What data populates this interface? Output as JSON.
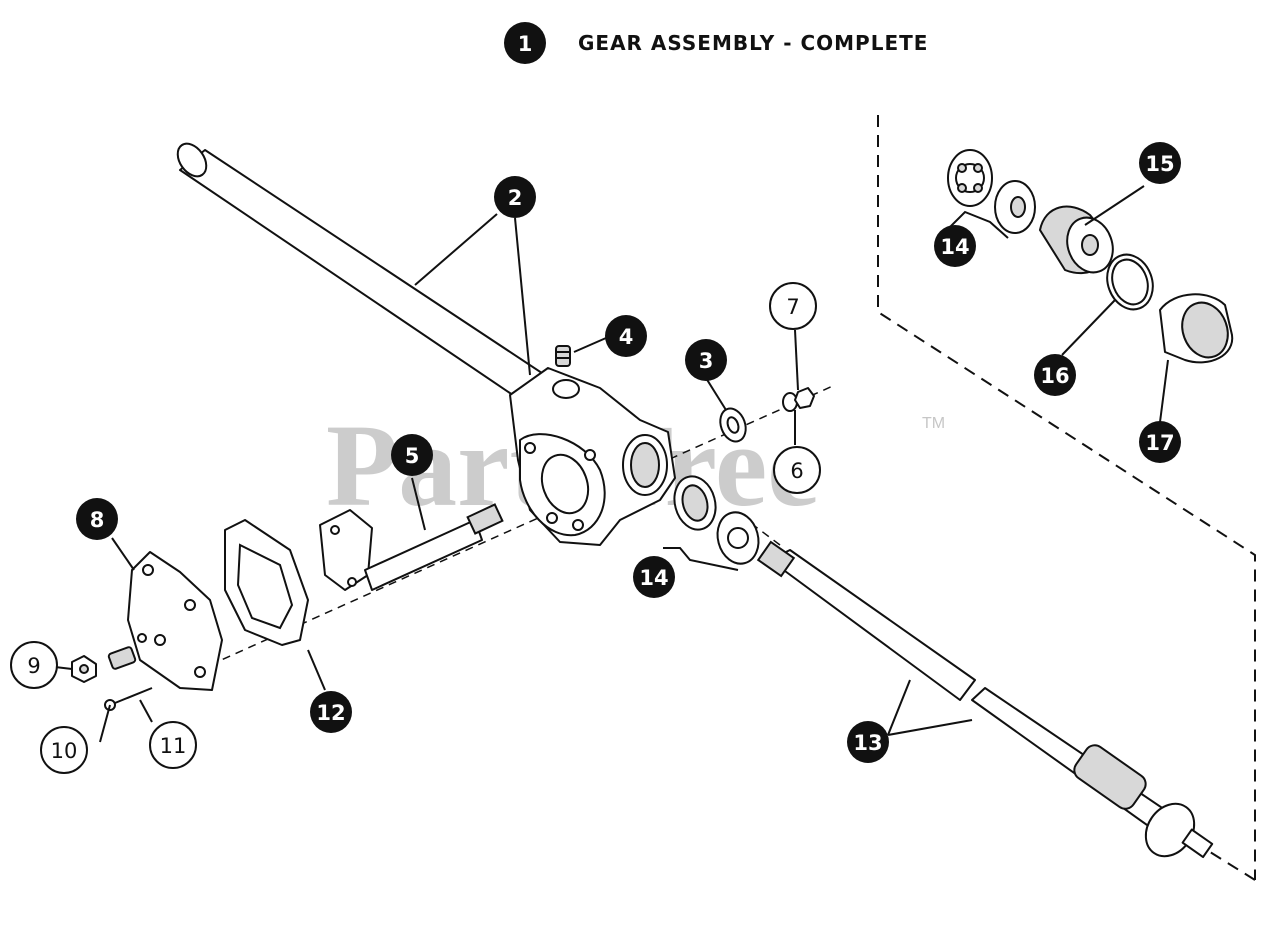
{
  "title": {
    "number": "1",
    "text": "GEAR ASSEMBLY - COMPLETE"
  },
  "watermark": {
    "text": "PartsTree",
    "tm": "TM"
  },
  "callouts": [
    {
      "id": "2",
      "label": "2",
      "style": "filled"
    },
    {
      "id": "3",
      "label": "3",
      "style": "filled"
    },
    {
      "id": "4",
      "label": "4",
      "style": "filled"
    },
    {
      "id": "5",
      "label": "5",
      "style": "filled"
    },
    {
      "id": "6",
      "label": "6",
      "style": "outline"
    },
    {
      "id": "7",
      "label": "7",
      "style": "outline"
    },
    {
      "id": "8",
      "label": "8",
      "style": "filled"
    },
    {
      "id": "9",
      "label": "9",
      "style": "outline"
    },
    {
      "id": "10",
      "label": "10",
      "style": "outline"
    },
    {
      "id": "11",
      "label": "11",
      "style": "outline"
    },
    {
      "id": "12",
      "label": "12",
      "style": "filled"
    },
    {
      "id": "13",
      "label": "13",
      "style": "filled"
    },
    {
      "id": "14a",
      "label": "14",
      "style": "filled"
    },
    {
      "id": "14b",
      "label": "14",
      "style": "filled"
    },
    {
      "id": "15",
      "label": "15",
      "style": "filled"
    },
    {
      "id": "16",
      "label": "16",
      "style": "filled"
    },
    {
      "id": "17",
      "label": "17",
      "style": "filled"
    }
  ],
  "colors": {
    "ink": "#111111",
    "watermark": "#c4c4c4",
    "background": "#ffffff"
  }
}
